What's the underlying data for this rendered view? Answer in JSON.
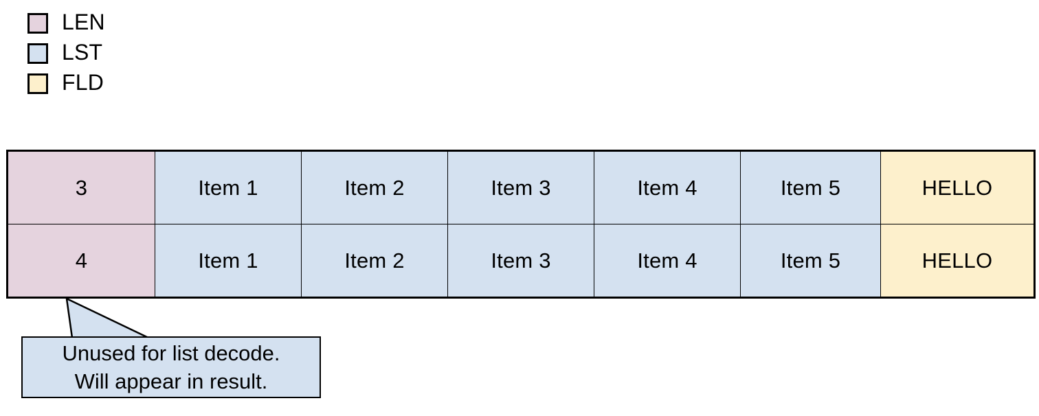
{
  "legend": {
    "items": [
      {
        "label": "LEN",
        "color": "#e5d3de",
        "icon": "color-swatch-icon"
      },
      {
        "label": "LST",
        "color": "#d4e1f0",
        "icon": "color-swatch-icon"
      },
      {
        "label": "FLD",
        "color": "#fdf0cc",
        "icon": "color-swatch-icon"
      }
    ]
  },
  "table": {
    "rows": [
      {
        "cells": [
          {
            "text": "3",
            "kind": "LEN"
          },
          {
            "text": "Item 1",
            "kind": "LST"
          },
          {
            "text": "Item 2",
            "kind": "LST"
          },
          {
            "text": "Item 3",
            "kind": "LST"
          },
          {
            "text": "Item 4",
            "kind": "LST"
          },
          {
            "text": "Item 5",
            "kind": "LST"
          },
          {
            "text": "HELLO",
            "kind": "FLD"
          }
        ]
      },
      {
        "cells": [
          {
            "text": "4",
            "kind": "LEN"
          },
          {
            "text": "Item 1",
            "kind": "LST"
          },
          {
            "text": "Item 2",
            "kind": "LST"
          },
          {
            "text": "Item 3",
            "kind": "LST"
          },
          {
            "text": "Item 4",
            "kind": "LST"
          },
          {
            "text": "Item 5",
            "kind": "LST"
          },
          {
            "text": "HELLO",
            "kind": "FLD"
          }
        ]
      }
    ]
  },
  "callout": {
    "line1": "Unused for list decode.",
    "line2": "Will appear in result.",
    "fill": "#d4e1f0",
    "stroke": "#000000"
  }
}
